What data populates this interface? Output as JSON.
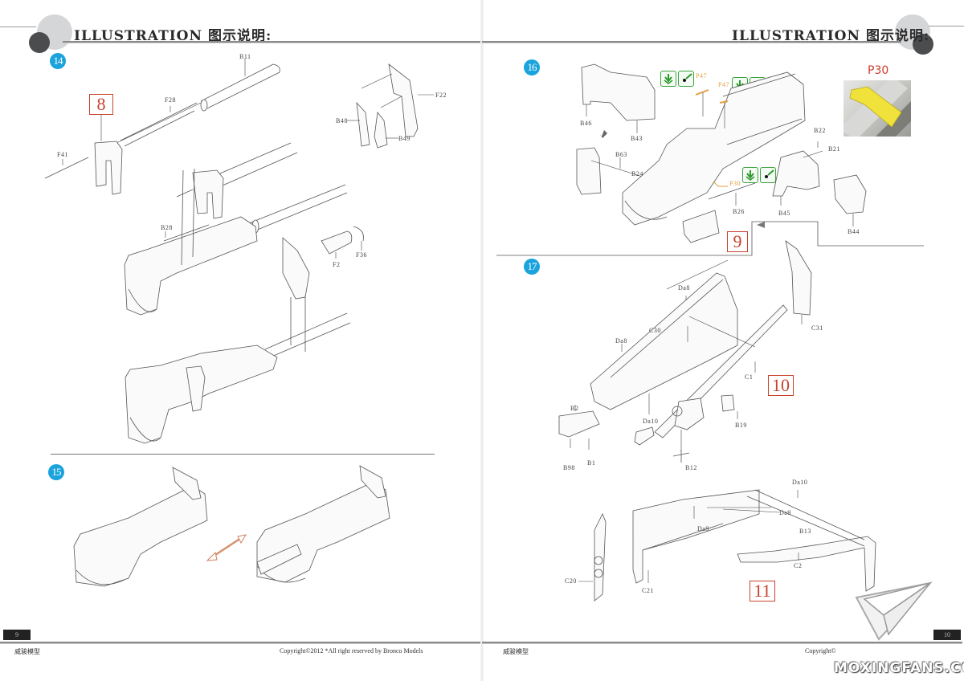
{
  "header": {
    "title": "ILLUSTRATION 图示说明:"
  },
  "left_page": {
    "page_number": "9",
    "footer_brand": "威骏模型",
    "copyright": "Copyright©2012  *All right reserved by Bronco Models",
    "steps": [
      {
        "number": "14",
        "ref_box": "8",
        "part_labels": [
          "B11",
          "F28",
          "F41",
          "B48",
          "B49",
          "F22",
          "B28",
          "F2",
          "F36"
        ]
      },
      {
        "number": "15",
        "note": "double-arrow indicates movable part positions"
      }
    ]
  },
  "right_page": {
    "page_number": "10",
    "footer_brand": "威骏模型",
    "copyright": "Copyright©",
    "watermark": "MOXINGFANS.COM",
    "steps": [
      {
        "number": "16",
        "ref_box": "9",
        "part_labels": [
          "B46",
          "B43",
          "B63",
          "B24",
          "P47",
          "P47",
          "P30",
          "B26",
          "B22",
          "B21",
          "B45",
          "B44"
        ],
        "inset": {
          "title": "P30",
          "color": "#f0e23a"
        },
        "icons": [
          "glue-down-icon",
          "paint-brush-icon"
        ]
      },
      {
        "number": "17",
        "ref_boxes": [
          "10",
          "11"
        ],
        "part_labels_top": [
          "Da8",
          "C30",
          "Da8",
          "C31",
          "C1",
          "Da10",
          "B19",
          "B2",
          "B98",
          "B1",
          "B12"
        ],
        "part_labels_bottom": [
          "Da10",
          "Da9",
          "Da9",
          "B13",
          "C2",
          "C20",
          "C21"
        ]
      }
    ]
  },
  "colors": {
    "step_badge": "#1aa3dc",
    "ref_box": "#c8422c",
    "photo_etch_label": "#e0a040",
    "icon_green": "#3aa33a",
    "header_dark_circle": "#4a4c4e",
    "header_light_circle": "#d5d6d7"
  }
}
